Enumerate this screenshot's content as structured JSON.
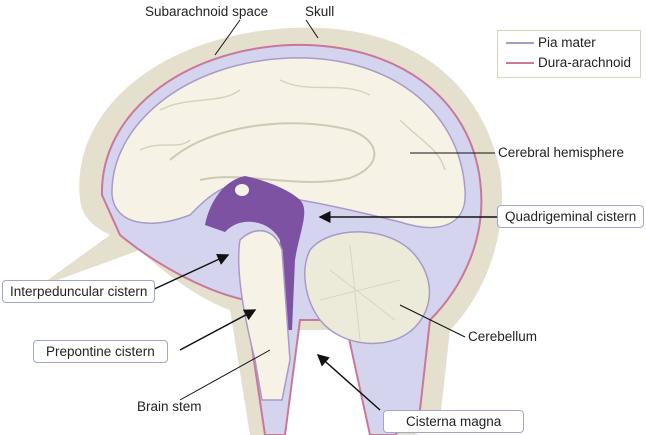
{
  "title_labels": {
    "subarachnoid_space": "Subarachnoid space",
    "skull": "Skull",
    "cerebral_hemisphere": "Cerebral hemisphere",
    "quadrigeminal_cistern": "Quadrigeminal cistern",
    "interpeduncular_cistern": "Interpeduncular cistern",
    "prepontine_cistern": "Prepontine cistern",
    "cerebellum": "Cerebellum",
    "brain_stem": "Brain stem",
    "cisterna_magna": "Cisterna magna"
  },
  "legend": {
    "items": [
      {
        "label": "Pia mater",
        "color": "#a99ac8"
      },
      {
        "label": "Dura-arachnoid",
        "color": "#c9789a"
      }
    ]
  },
  "colors": {
    "skull": "#e4e0cd",
    "csf": "#d4d4ef",
    "brain": "#f6f3e6",
    "ventricle": "#7d52a2",
    "pia": "#a99ac8",
    "dura": "#c9789a"
  }
}
